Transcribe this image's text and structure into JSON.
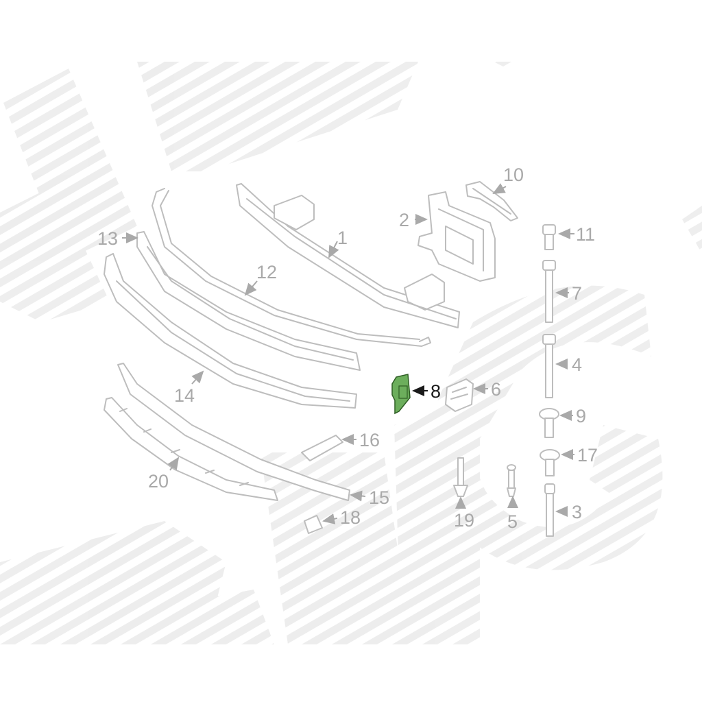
{
  "diagram": {
    "highlighted_part": "8",
    "highlight_color": "#6cae5c",
    "callouts": {
      "p1": "1",
      "p2": "2",
      "p3": "3",
      "p4": "4",
      "p5": "5",
      "p6": "6",
      "p7": "7",
      "p8": "8",
      "p9": "9",
      "p10": "10",
      "p11": "11",
      "p12": "12",
      "p13": "13",
      "p14": "14",
      "p15": "15",
      "p16": "16",
      "p17": "17",
      "p18": "18",
      "p19": "19",
      "p20": "20"
    }
  }
}
